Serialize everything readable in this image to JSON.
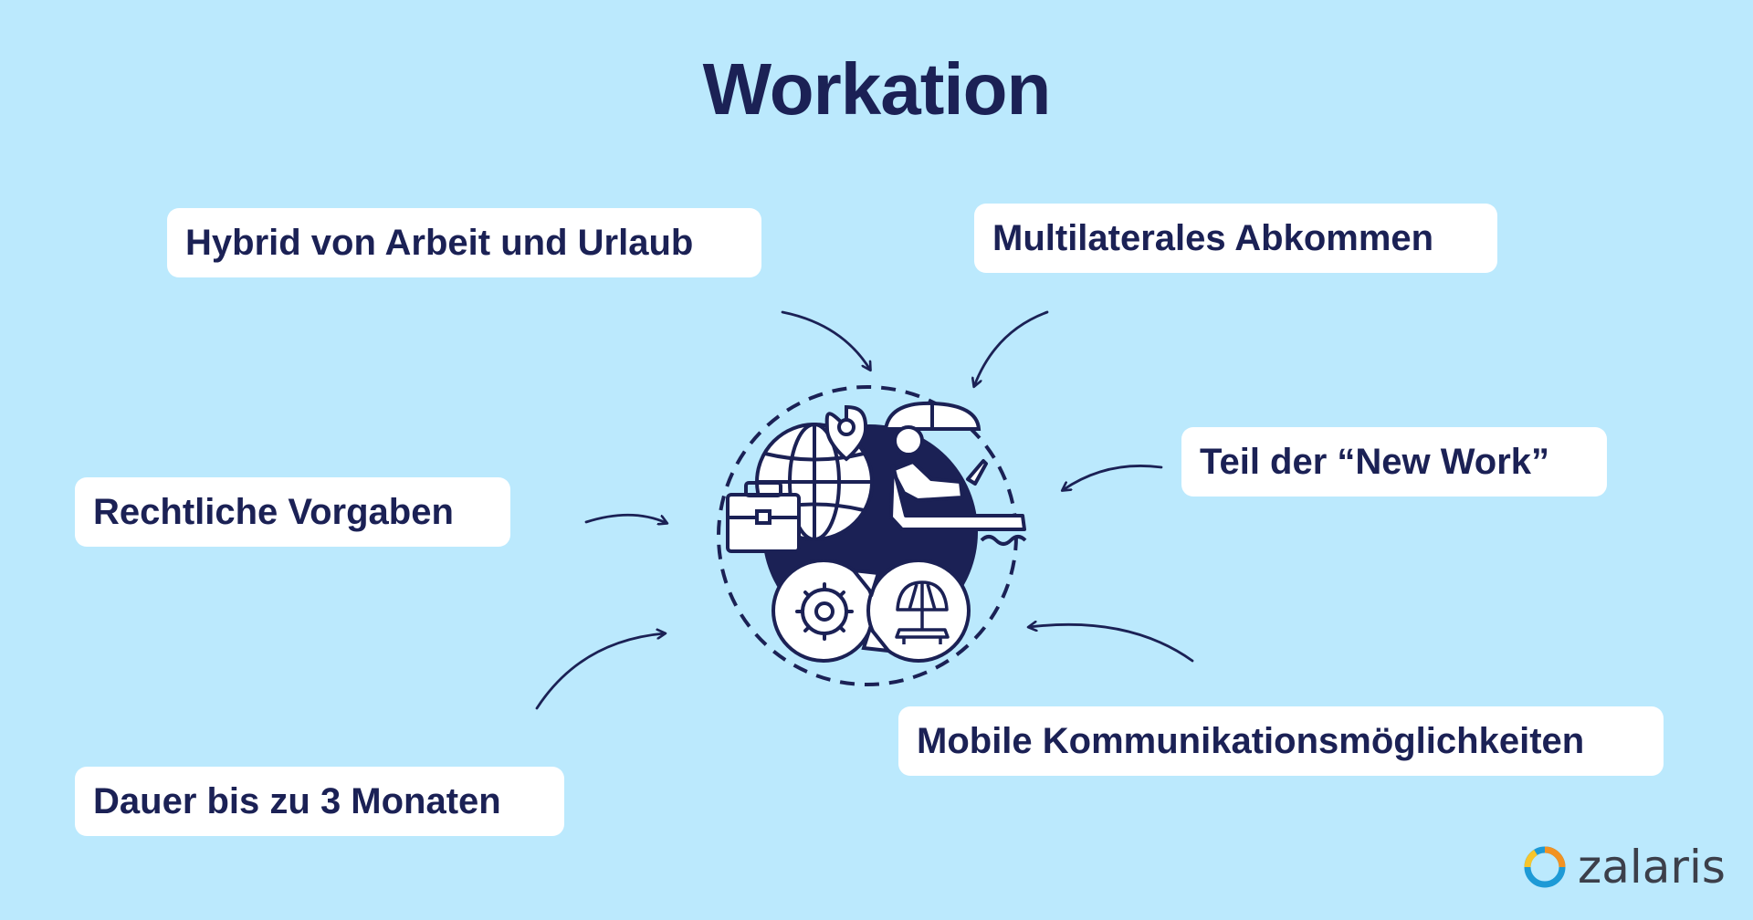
{
  "title": "Workation",
  "labels": {
    "hybrid": "Hybrid von Arbeit und Urlaub",
    "multilateral": "Multilaterales Abkommen",
    "new_work": "Teil der “New Work”",
    "rechtliche": "Rechtliche Vorgaben",
    "mobile": "Mobile Kommunikationsmöglichkeiten",
    "dauer": "Dauer bis zu 3 Monaten"
  },
  "logo": {
    "text": "zalaris",
    "icon": "zalaris-swirl-logo"
  },
  "colors": {
    "background": "#bbe9fd",
    "navy": "#1b2155",
    "label_bg": "#ffffff",
    "logo_orange": "#f29222",
    "logo_blue": "#1d9ad6"
  },
  "illustration": {
    "icons": [
      "globe-icon",
      "location-pin-icon",
      "briefcase-icon",
      "person-lounging-laptop-icon",
      "beach-umbrella-icon",
      "gear-icon",
      "cycle-arrows-icon"
    ]
  }
}
